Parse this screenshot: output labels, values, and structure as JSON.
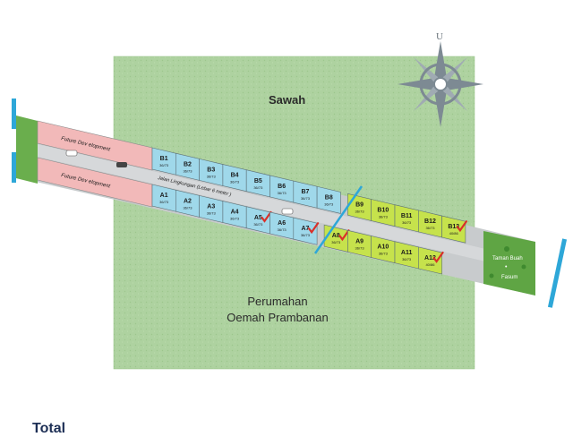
{
  "labels": {
    "north_letter": "U",
    "sawah": "Sawah",
    "housing_line1": "Perumahan",
    "housing_line2": "Oemah Prambanan",
    "future_dev_top": "Future Dev elopment",
    "future_dev_bottom": "Future Dev elopment",
    "road": "Jalan Lingkungan (Lebar 6 meter )",
    "park_line1": "Taman Buah",
    "park_dot": "•",
    "park_line2": "Fasum",
    "bottom_partial": "Total"
  },
  "lots": [
    {
      "id": "B1",
      "size": "36/73",
      "row": "top",
      "zone": "blue",
      "sold": false
    },
    {
      "id": "B2",
      "size": "36/73",
      "row": "top",
      "zone": "blue",
      "sold": false
    },
    {
      "id": "B3",
      "size": "36/73",
      "row": "top",
      "zone": "blue",
      "sold": false
    },
    {
      "id": "B4",
      "size": "36/73",
      "row": "top",
      "zone": "blue",
      "sold": false
    },
    {
      "id": "B5",
      "size": "36/73",
      "row": "top",
      "zone": "blue",
      "sold": false
    },
    {
      "id": "B6",
      "size": "36/73",
      "row": "top",
      "zone": "blue",
      "sold": false
    },
    {
      "id": "B7",
      "size": "36/73",
      "row": "top",
      "zone": "blue",
      "sold": false
    },
    {
      "id": "B8",
      "size": "36/73",
      "row": "top",
      "zone": "blue",
      "sold": false
    },
    {
      "id": "B9",
      "size": "36/73",
      "row": "top",
      "zone": "green",
      "sold": false
    },
    {
      "id": "B10",
      "size": "36/73",
      "row": "top",
      "zone": "green",
      "sold": false
    },
    {
      "id": "B11",
      "size": "36/73",
      "row": "top",
      "zone": "green",
      "sold": false
    },
    {
      "id": "B12",
      "size": "36/73",
      "row": "top",
      "zone": "green",
      "sold": false
    },
    {
      "id": "B13",
      "size": "40/86",
      "row": "top",
      "zone": "green",
      "sold": true
    },
    {
      "id": "A1",
      "size": "36/73",
      "row": "bottom",
      "zone": "blue",
      "sold": false
    },
    {
      "id": "A2",
      "size": "36/73",
      "row": "bottom",
      "zone": "blue",
      "sold": false
    },
    {
      "id": "A3",
      "size": "36/73",
      "row": "bottom",
      "zone": "blue",
      "sold": false
    },
    {
      "id": "A4",
      "size": "36/73",
      "row": "bottom",
      "zone": "blue",
      "sold": false
    },
    {
      "id": "A5",
      "size": "36/73",
      "row": "bottom",
      "zone": "blue",
      "sold": true
    },
    {
      "id": "A6",
      "size": "36/73",
      "row": "bottom",
      "zone": "blue",
      "sold": false
    },
    {
      "id": "A7",
      "size": "36/73",
      "row": "bottom",
      "zone": "blue",
      "sold": true
    },
    {
      "id": "A8",
      "size": "36/73",
      "row": "bottom",
      "zone": "green",
      "sold": true
    },
    {
      "id": "A9",
      "size": "36/73",
      "row": "bottom",
      "zone": "green",
      "sold": false
    },
    {
      "id": "A10",
      "size": "36/73",
      "row": "bottom",
      "zone": "green",
      "sold": false
    },
    {
      "id": "A11",
      "size": "36/73",
      "row": "bottom",
      "zone": "green",
      "sold": false
    },
    {
      "id": "A12",
      "size": "40/86",
      "row": "bottom",
      "zone": "green",
      "sold": true
    }
  ],
  "colors": {
    "field_green": "#a9cf9b",
    "lot_blue": "#9fd8ea",
    "lot_green": "#c6e24c",
    "future_pink": "#f2b9b9",
    "road_gray": "#c3c6c8",
    "park_green": "#5fa544",
    "gate_blue": "#2ea7d8",
    "sold_mark": "#d9302a",
    "title_navy": "#1d2f55"
  }
}
